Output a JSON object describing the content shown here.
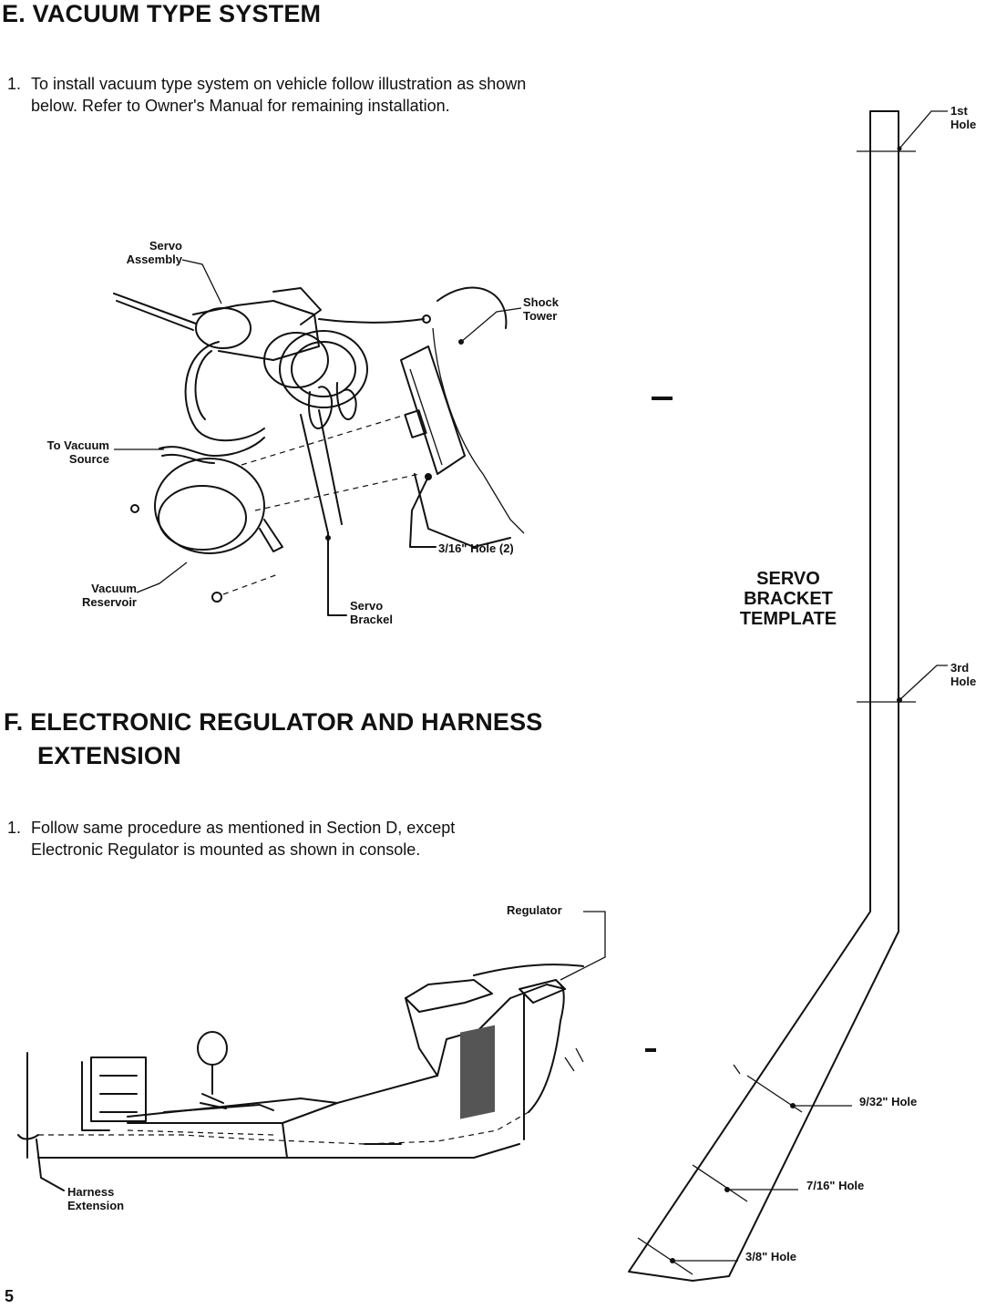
{
  "section_e": {
    "heading": "E. VACUUM TYPE SYSTEM",
    "step1_num": "1.",
    "step1_line1": "To install vacuum type system on vehicle follow illustration as shown",
    "step1_line2": "below. Refer to Owner's Manual for remaining installation.",
    "figure_labels": {
      "servo_assembly_1": "Servo",
      "servo_assembly_2": "Assembly",
      "shock_tower_1": "Shock",
      "shock_tower_2": "Tower",
      "vacuum_source_1": "To Vacuum",
      "vacuum_source_2": "Source",
      "hole_2": "3/16\" Hole (2)",
      "vacuum_reservoir_1": "Vacuum",
      "vacuum_reservoir_2": "Reservoir",
      "servo_bracket_1": "Servo",
      "servo_bracket_2": "Brackel"
    }
  },
  "section_f": {
    "heading_line1": "F. ELECTRONIC REGULATOR AND HARNESS",
    "heading_line2": "EXTENSION",
    "step1_num": "1.",
    "step1_line1": "Follow same procedure as mentioned in Section D, except",
    "step1_line2": "Electronic Regulator is mounted as shown in console.",
    "figure_labels": {
      "regulator": "Regulator",
      "harness_1": "Harness",
      "harness_2": "Extension"
    }
  },
  "template": {
    "title_1": "SERVO",
    "title_2": "BRACKET",
    "title_3": "TEMPLATE",
    "hole_1st_a": "1st",
    "hole_1st_b": "Hole",
    "hole_3rd_a": "3rd",
    "hole_3rd_b": "Hole",
    "hole_932": "9/32\" Hole",
    "hole_716": "7/16\" Hole",
    "hole_38": "3/8\" Hole"
  },
  "page_number": "5"
}
